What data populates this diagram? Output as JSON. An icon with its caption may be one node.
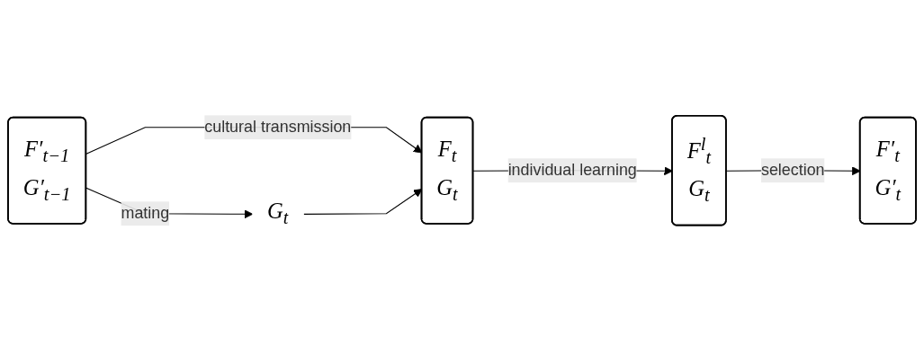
{
  "diagram": {
    "nodes": [
      {
        "text": [
          "F′$_{t−1}$",
          "G′$_{t−1}$"
        ]
      },
      {
        "text": [
          "F$_{t}$",
          "G$_{t}$"
        ]
      },
      {
        "text": [
          "F$^{l}$$_{t}$",
          "G$_{t}$"
        ]
      },
      {
        "text": [
          "F′$_{t}$",
          "G′$_{t}$"
        ]
      },
      {
        "text": [
          "G$_{t}$"
        ]
      }
    ],
    "edges": [
      {
        "from": 0,
        "to": 1,
        "arrow": "to",
        "label": "cultural transmission"
      },
      {
        "from": 1,
        "to": 2,
        "arrow": "to",
        "label": "individual learning"
      },
      {
        "from": 2,
        "to": 3,
        "arrow": "to",
        "label": "selection"
      },
      {
        "from": 0,
        "to": 4,
        "arrow": "to",
        "label": "mating"
      },
      {
        "from": 4,
        "to": 1,
        "arrow": "to"
      }
    ]
  }
}
